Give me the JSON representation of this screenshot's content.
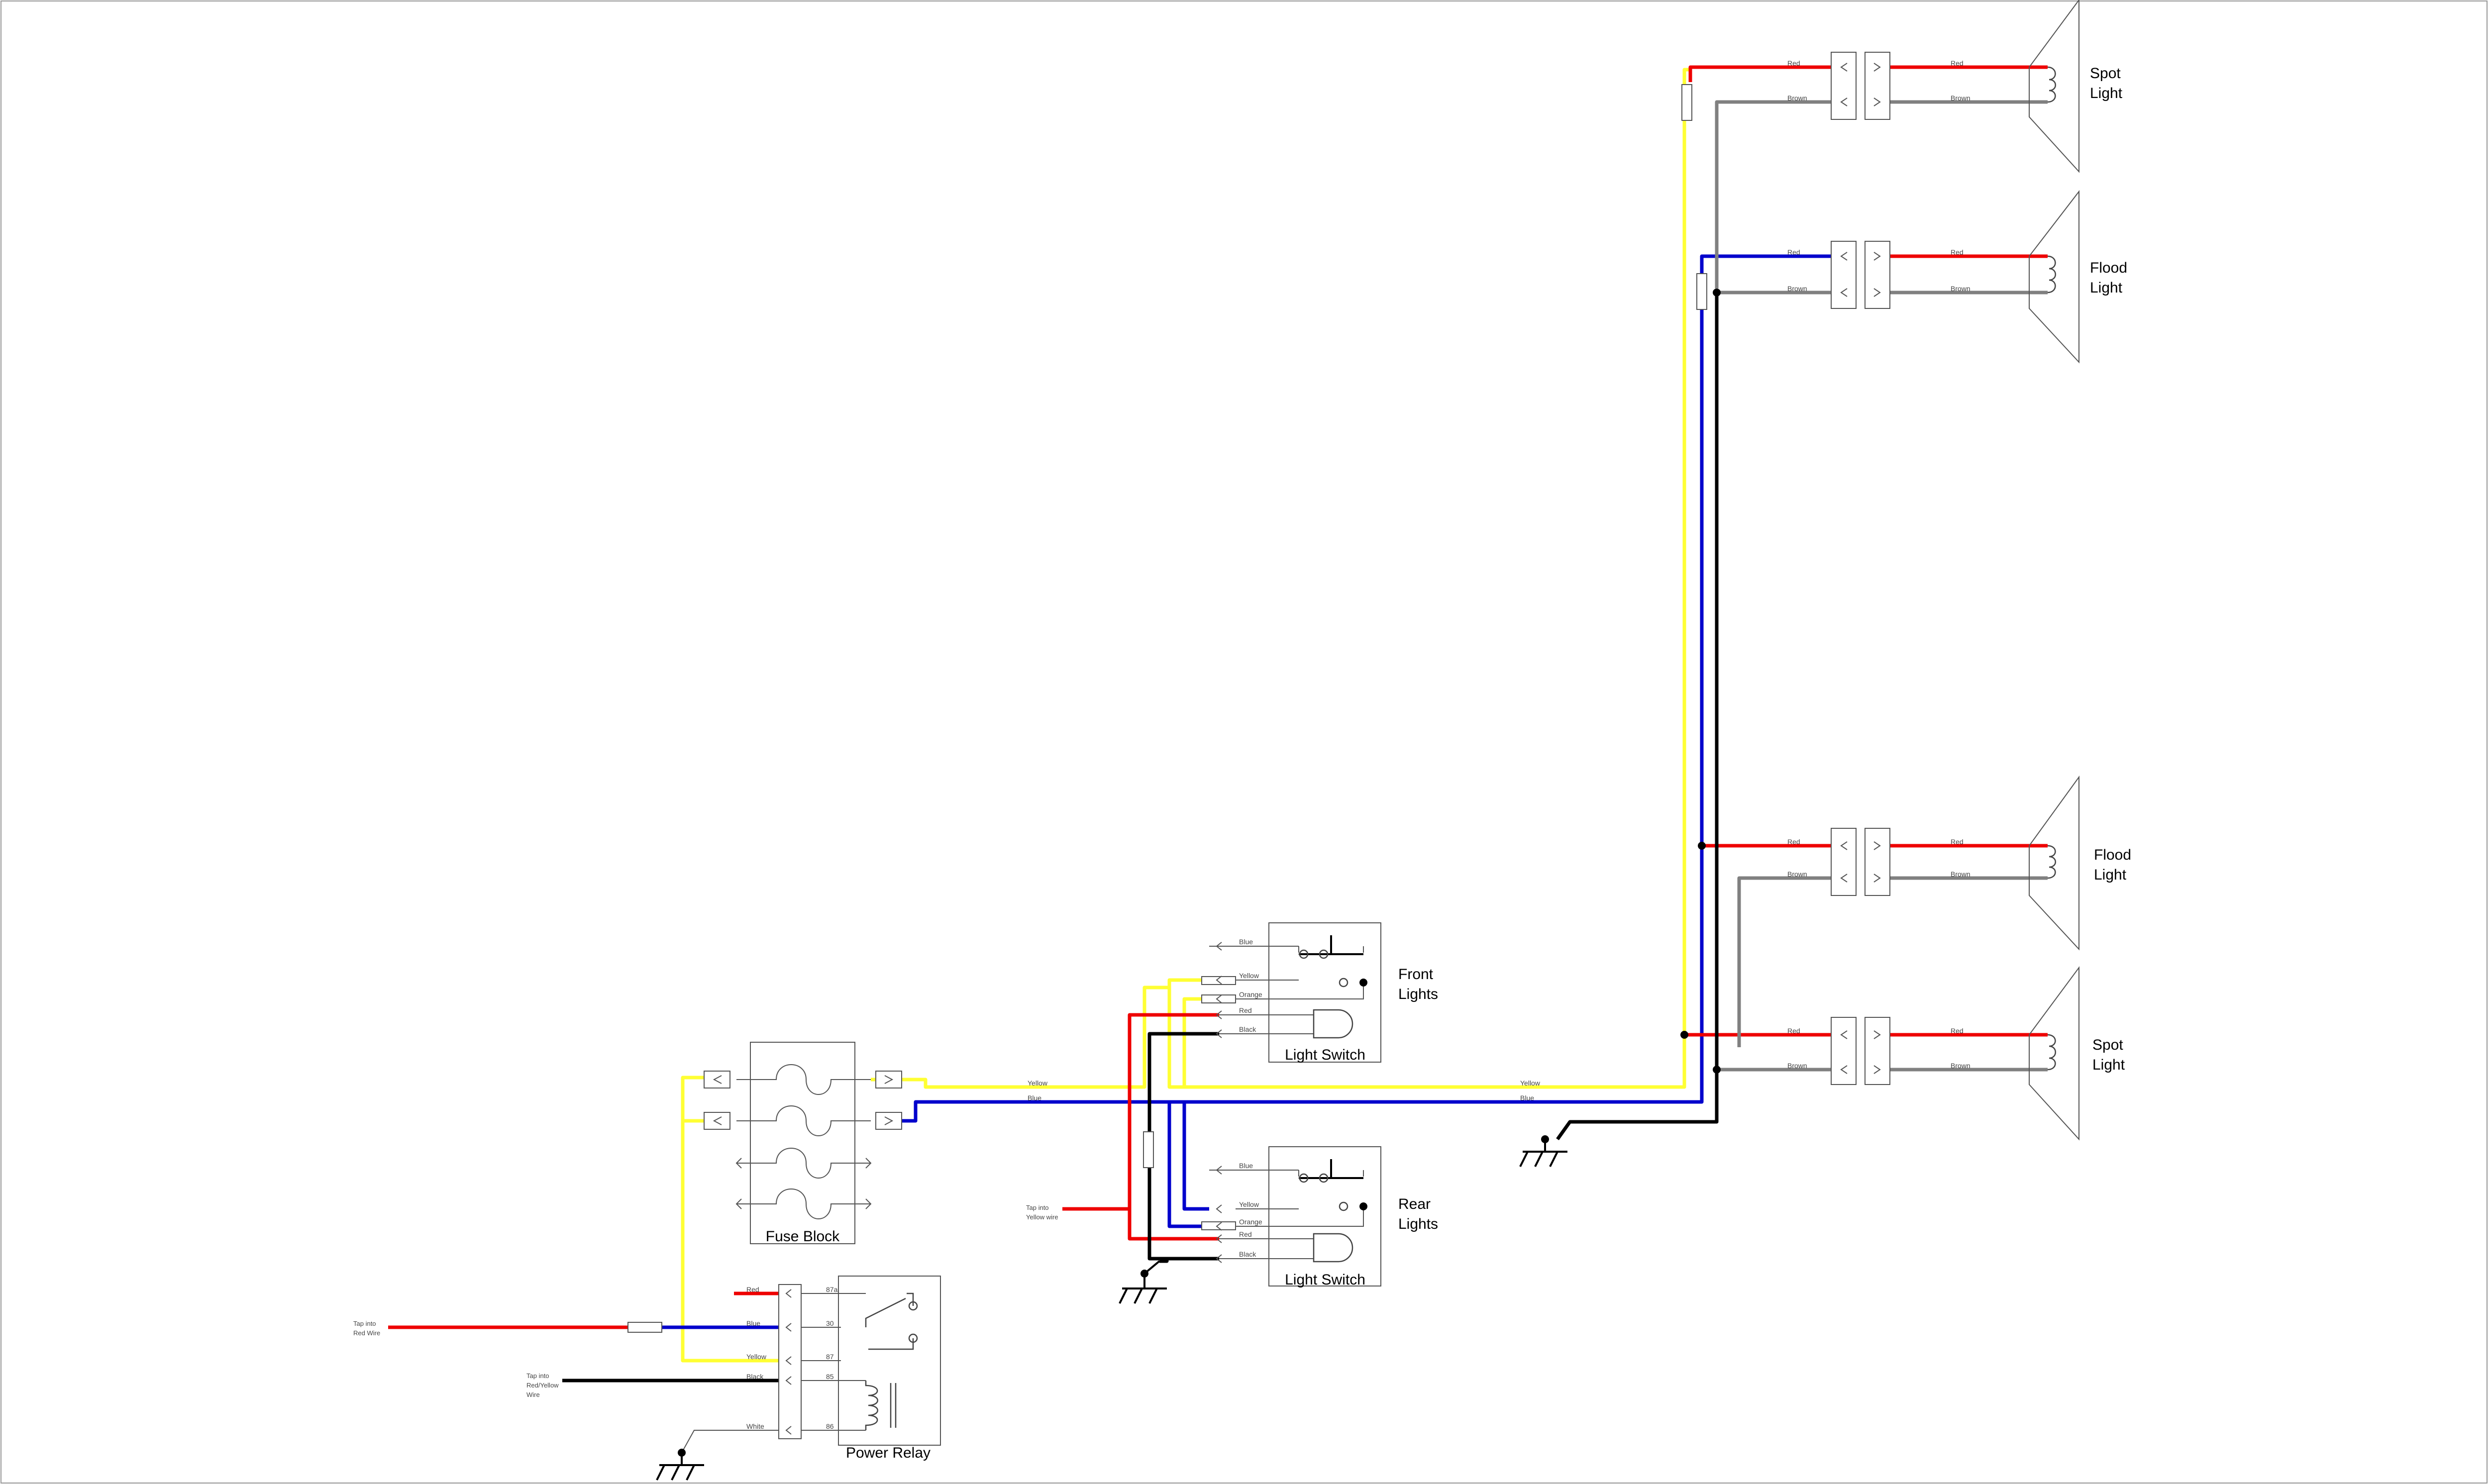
{
  "colors": {
    "red": "#ee0000",
    "blue": "#0000cc",
    "yellow": "#ffff33",
    "black": "#000000",
    "brown": "#808080",
    "frame": "#555555"
  },
  "components": {
    "fuse_block": {
      "title": "Fuse Block"
    },
    "power_relay": {
      "title": "Power Relay",
      "pins": [
        "87a",
        "30",
        "87",
        "85",
        "86"
      ],
      "wires": [
        "Red",
        "Blue",
        "Yellow",
        "Black",
        "White"
      ]
    },
    "front_switch": {
      "title": "Light Switch",
      "caption_line1": "Front",
      "caption_line2": "Lights",
      "wires": [
        "Blue",
        "Yellow",
        "Orange",
        "Red",
        "Black"
      ]
    },
    "rear_switch": {
      "title": "Light Switch",
      "caption_line1": "Rear",
      "caption_line2": "Lights",
      "wires": [
        "Blue",
        "Yellow",
        "Orange",
        "Red",
        "Black"
      ]
    }
  },
  "lights": [
    {
      "name_line1": "Spot",
      "name_line2": "Light",
      "wire_a": "Red",
      "wire_b": "Brown"
    },
    {
      "name_line1": "Flood",
      "name_line2": "Light",
      "wire_a": "Red",
      "wire_b": "Brown"
    },
    {
      "name_line1": "Flood",
      "name_line2": "Light",
      "wire_a": "Red",
      "wire_b": "Brown"
    },
    {
      "name_line1": "Spot",
      "name_line2": "Light",
      "wire_a": "Red",
      "wire_b": "Brown"
    }
  ],
  "wire_labels": {
    "yellow": "Yellow",
    "blue": "Blue"
  },
  "notes": {
    "tap_red": [
      "Tap into",
      "Red Wire"
    ],
    "tap_redyellow": [
      "Tap into",
      "Red/Yellow",
      "Wire"
    ],
    "tap_yellow": [
      "Tap into",
      "Yellow wire"
    ]
  }
}
